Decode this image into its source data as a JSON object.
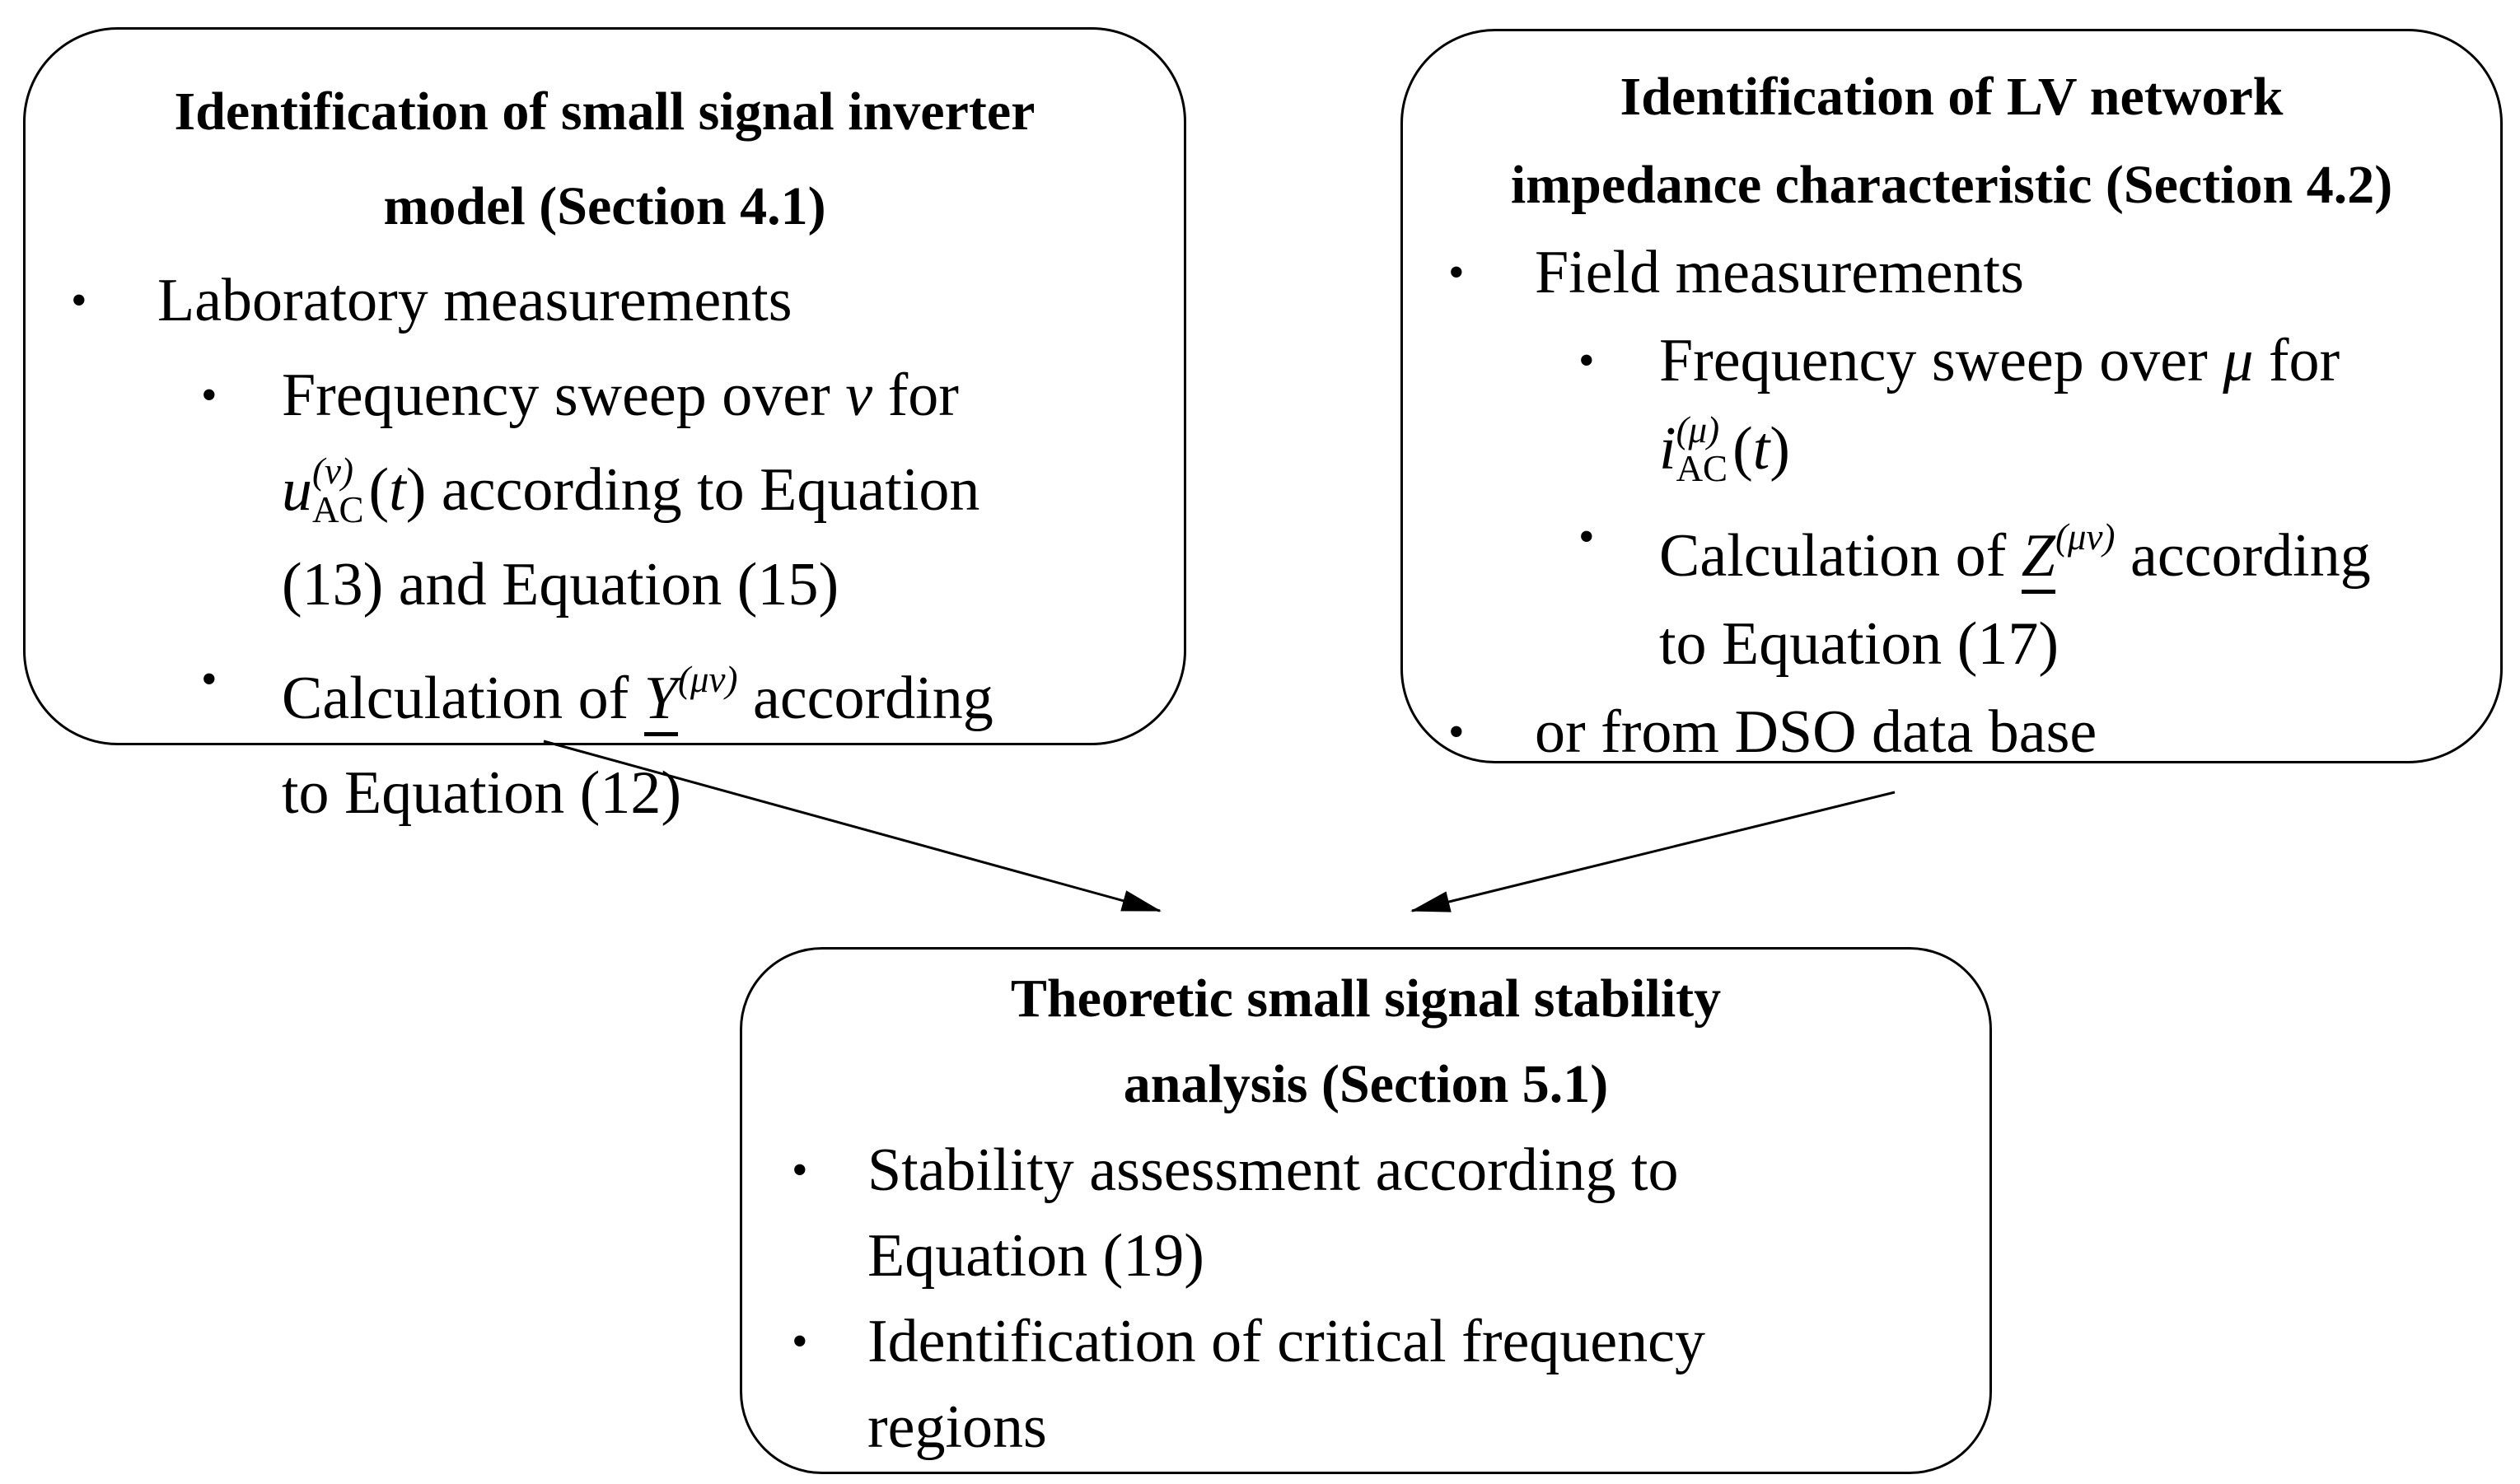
{
  "figure": {
    "background": "#ffffff",
    "ink": "#000000",
    "type": "flowchart"
  },
  "glyphs": {
    "bullet": "•"
  },
  "left_box": {
    "title": "Identification of small signal inverter\nmodel (Section 4.1)",
    "bullet1": "Laboratory measurements",
    "sub1_l1_a": "Frequency sweep over ",
    "sub1_l1_var": "ν",
    "sub1_l1_b": " for",
    "f1_base": "u",
    "f1_sup": "(ν)",
    "f1_sub": "AC",
    "f1_open": "(",
    "f1_arg": "t",
    "f1_close": ")",
    "sub1_l2_rest": " according to Equation",
    "sub1_l3": "(13) and Equation (15)",
    "sub2_a": "Calculation of ",
    "sub2_var": "Y",
    "sub2_sup": "(μν)",
    "sub2_b": " according",
    "sub2_l2": "to Equation (12)"
  },
  "right_box": {
    "title": "Identification of LV network\nimpedance characteristic (Section 4.2)",
    "bullet1": "Field measurements",
    "sub1_l1_a": "Frequency sweep over ",
    "sub1_l1_var": "μ",
    "sub1_l1_b": " for",
    "f1_base": "i",
    "f1_sup": "(μ)",
    "f1_sub": "AC",
    "f1_open": "(",
    "f1_arg": "t",
    "f1_close": ")",
    "sub2_a": "Calculation of ",
    "sub2_var": "Z",
    "sub2_sup": "(μν)",
    "sub2_b": " according",
    "sub2_l2": "to Equation (17)",
    "bullet2": "or from DSO data base"
  },
  "bottom_box": {
    "title": "Theoretic small signal stability\nanalysis (Section 5.1)",
    "b1_l1": "Stability assessment according to",
    "b1_l2": "Equation (19)",
    "b2_l1": "Identification of critical frequency",
    "b2_l2": "regions"
  }
}
